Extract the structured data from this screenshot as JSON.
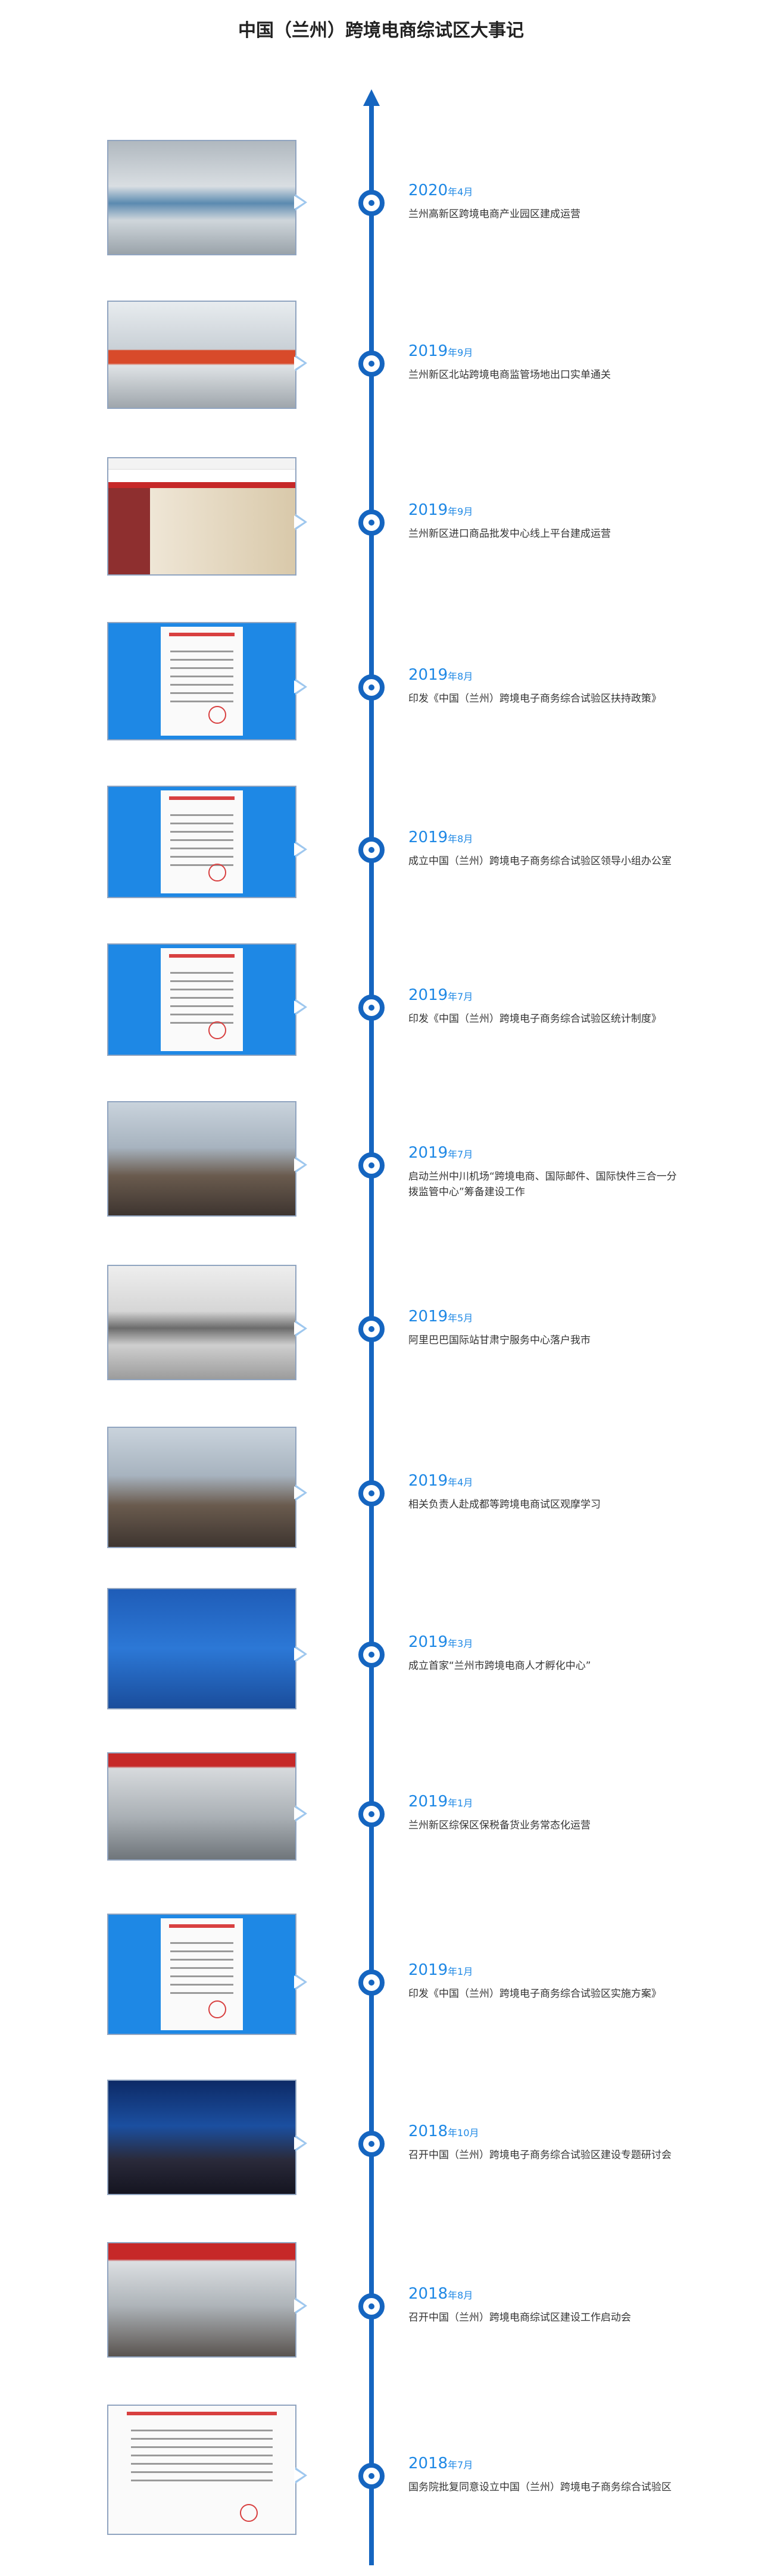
{
  "page_title": "中国（兰州）跨境电商综试区大事记",
  "events": [
    {
      "year": "2020",
      "month": "年4月",
      "text": "兰州高新区跨境电商产业园区建成运营",
      "thumb": "photo-sign"
    },
    {
      "year": "2019",
      "month": "年9月",
      "text": "兰州新区北站跨境电商监管场地出口实单通关",
      "thumb": "photo-hall"
    },
    {
      "year": "2019",
      "month": "年9月",
      "text": "兰州新区进口商品批发中心线上平台建成运营",
      "thumb": "website"
    },
    {
      "year": "2019",
      "month": "年8月",
      "text": "印发《中国（兰州）跨境电子商务综合试验区扶持政策》",
      "thumb": "document"
    },
    {
      "year": "2019",
      "month": "年8月",
      "text": "成立中国（兰州）跨境电子商务综合试验区领导小组办公室",
      "thumb": "document"
    },
    {
      "year": "2019",
      "month": "年7月",
      "text": "印发《中国（兰州）跨境电子商务综合试验区统计制度》",
      "thumb": "document"
    },
    {
      "year": "2019",
      "month": "年7月",
      "text": "启动兰州中川机场“跨境电商、国际邮件、国际快件三合一分拨监管中心”筹备建设工作",
      "thumb": "photo-meeting"
    },
    {
      "year": "2019",
      "month": "年5月",
      "text": "阿里巴巴国际站甘肃宁服务中心落户我市",
      "thumb": "photo-wall"
    },
    {
      "year": "2019",
      "month": "年4月",
      "text": "相关负责人赴成都等跨境电商试区观摩学习",
      "thumb": "photo-meeting"
    },
    {
      "year": "2019",
      "month": "年3月",
      "text": "成立首家“兰州市跨境电商人才孵化中心”",
      "thumb": "photo-ceremony"
    },
    {
      "year": "2019",
      "month": "年1月",
      "text": "兰州新区综保区保税备货业务常态化运营",
      "thumb": "photo-warehouse"
    },
    {
      "year": "2019",
      "month": "年1月",
      "text": "印发《中国（兰州）跨境电子商务综合试验区实施方案》",
      "thumb": "document"
    },
    {
      "year": "2018",
      "month": "年10月",
      "text": "召开中国（兰州）跨境电子商务综合试验区建设专题研讨会",
      "thumb": "photo-conference"
    },
    {
      "year": "2018",
      "month": "年8月",
      "text": "召开中国（兰州）跨境电商综试区建设工作启动会",
      "thumb": "photo-meeting-banner"
    },
    {
      "year": "2018",
      "month": "年7月",
      "text": "国务院批复同意设立中国（兰州）跨境电子商务综合试验区",
      "thumb": "gov-doc"
    }
  ],
  "colors": {
    "accent": "#1565c0",
    "date": "#1e88e5",
    "doc_blue": "#1e88e5"
  }
}
